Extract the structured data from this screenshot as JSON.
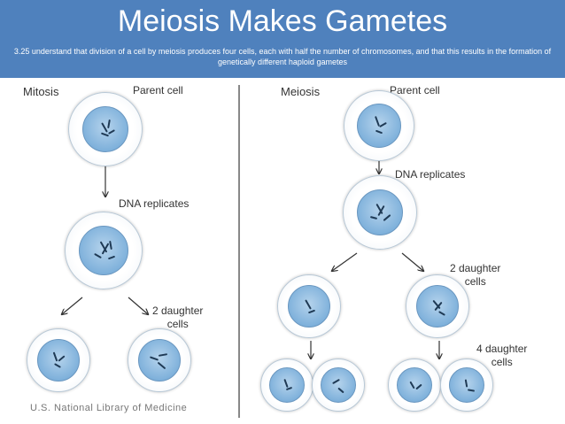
{
  "slide": {
    "title": "Meiosis Makes Gametes",
    "subtitle": "3.25 understand that division of a cell by meiosis produces four cells, each with half the number of chromosomes, and that this results in the formation of genetically different haploid gametes",
    "header_color": "#4f81bd"
  },
  "mitosis": {
    "panel_label": "Mitosis",
    "parent_label": "Parent cell",
    "replicate_label": "DNA replicates",
    "daughters_label_line1": "2 daughter",
    "daughters_label_line2": "cells"
  },
  "meiosis": {
    "panel_label": "Meiosis",
    "parent_label": "Parent cell",
    "replicate_label": "DNA replicates",
    "daughters2_label_line1": "2 daughter",
    "daughters2_label_line2": "cells",
    "daughters4_label_line1": "4 daughter",
    "daughters4_label_line2": "cells"
  },
  "credit": "U.S. National Library of Medicine",
  "colors": {
    "nucleus": "#7fb1db",
    "chromosome": "#1f3a55",
    "divider": "#888888"
  }
}
